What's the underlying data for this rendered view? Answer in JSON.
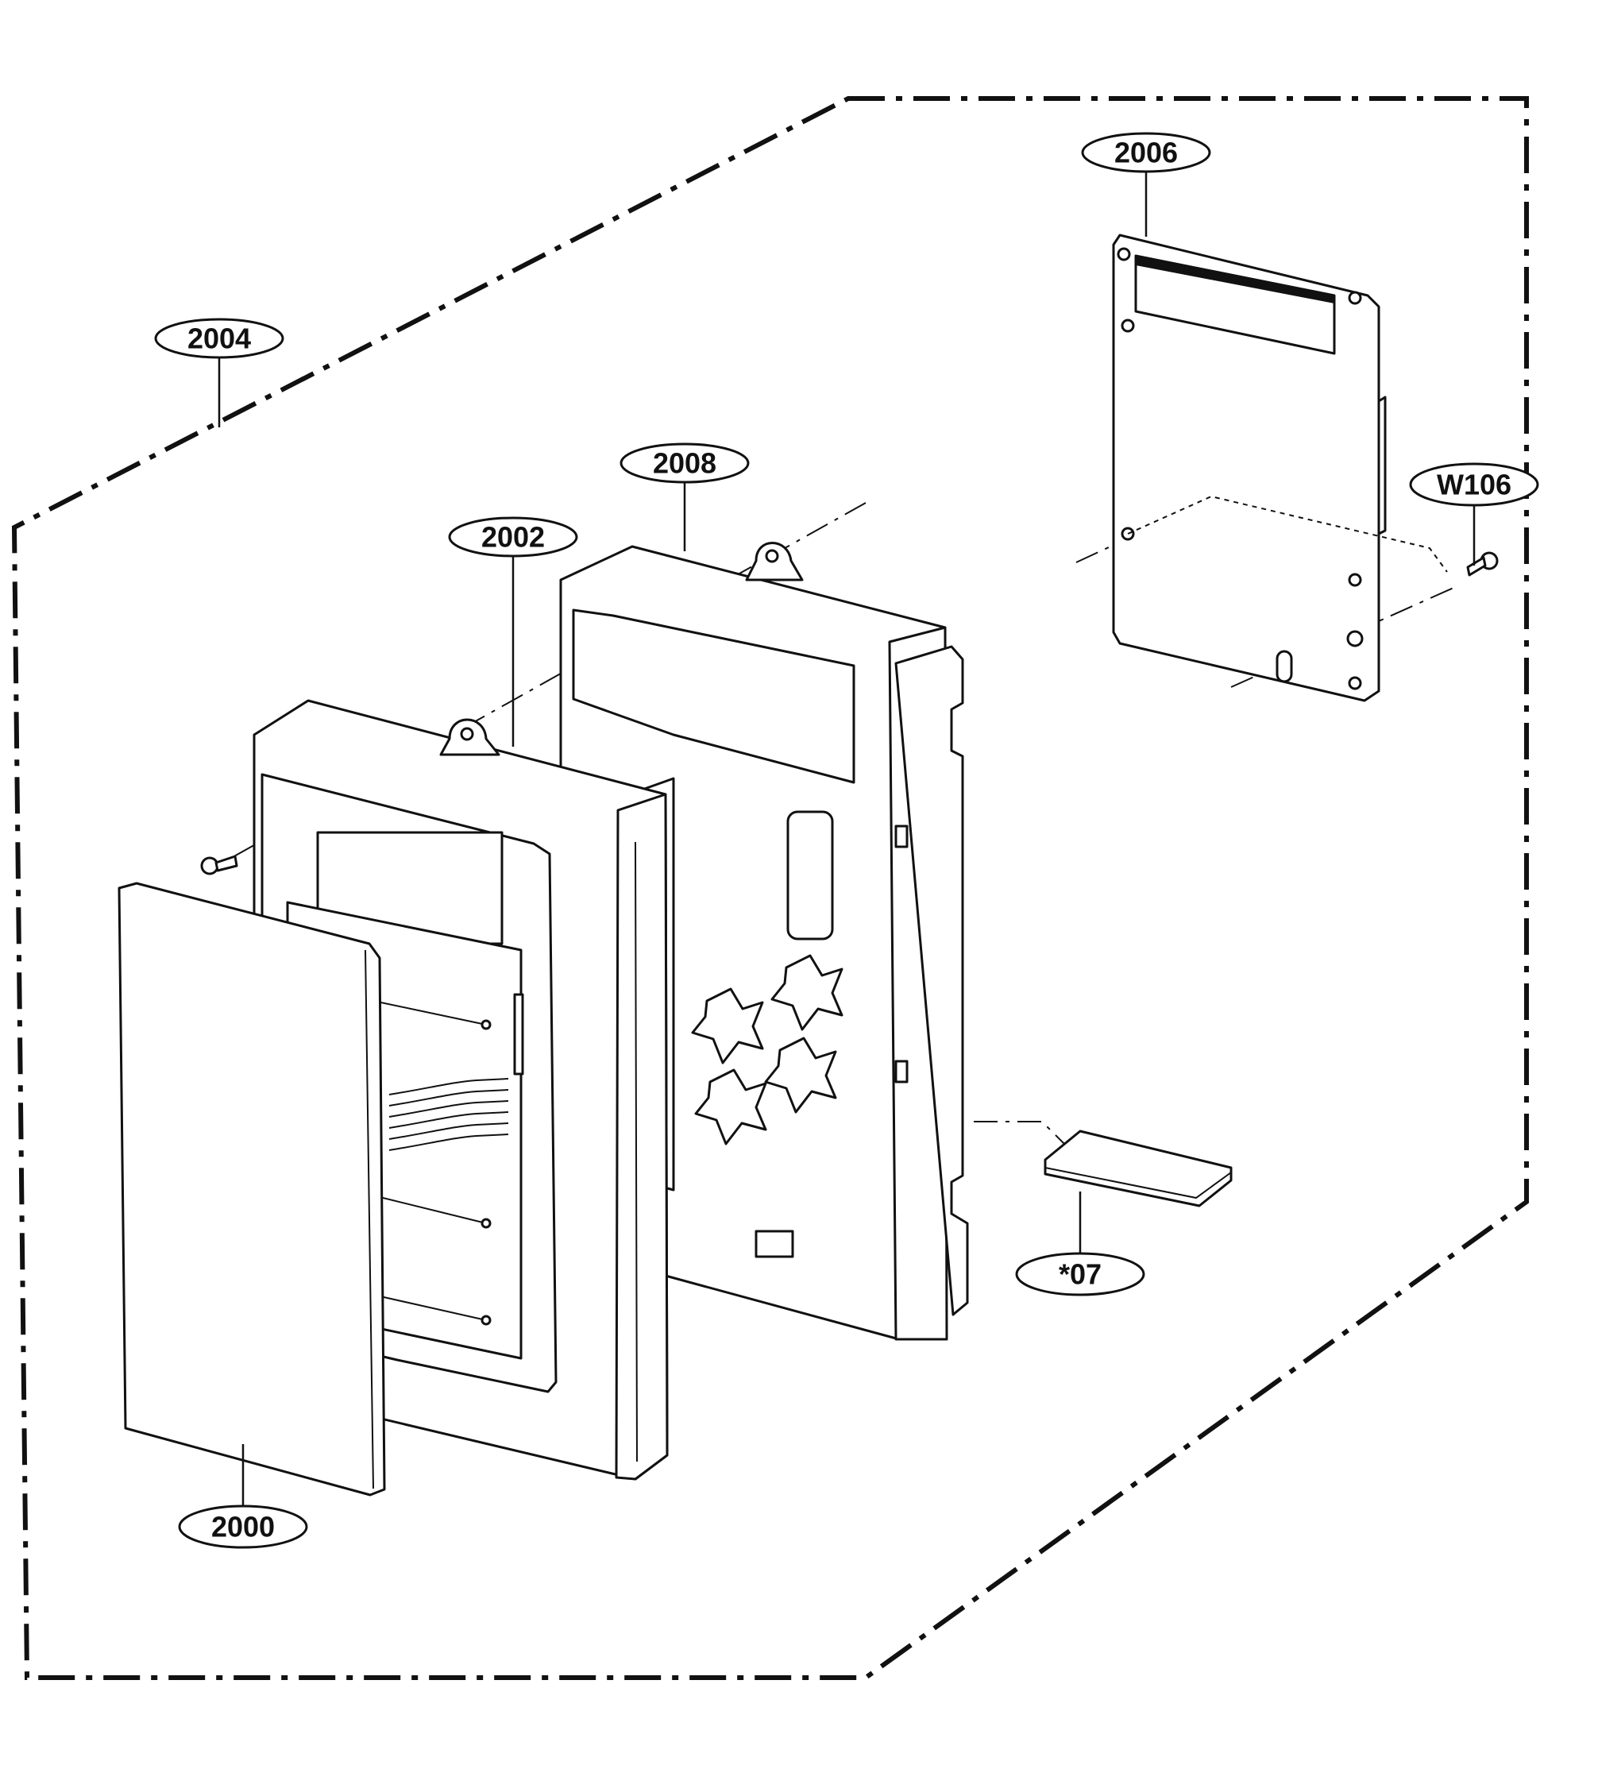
{
  "colors": {
    "line": "#111111",
    "background": "#ffffff"
  },
  "callouts": {
    "c2004": "2004",
    "c2006": "2006",
    "c2008": "2008",
    "c2002": "2002",
    "cW106": "W106",
    "c07": "*07",
    "c2000": "2000"
  }
}
